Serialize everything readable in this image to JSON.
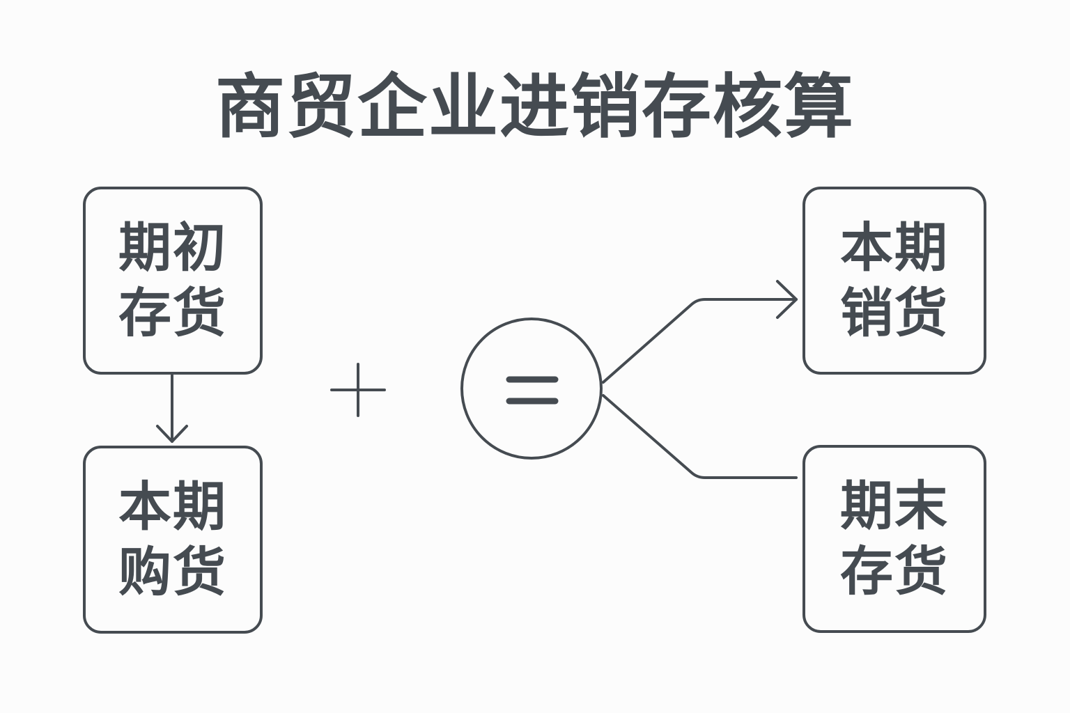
{
  "title": "商贸企业进销存核算",
  "boxes": {
    "opening_inventory": {
      "line1": "期初",
      "line2": "存货"
    },
    "current_purchases": {
      "line1": "本期",
      "line2": "购货"
    },
    "current_sales": {
      "line1": "本期",
      "line2": "销货"
    },
    "closing_inventory": {
      "line1": "期末",
      "line2": "存货"
    }
  },
  "colors": {
    "stroke": "#454b51",
    "background": "#fcfcfc"
  }
}
